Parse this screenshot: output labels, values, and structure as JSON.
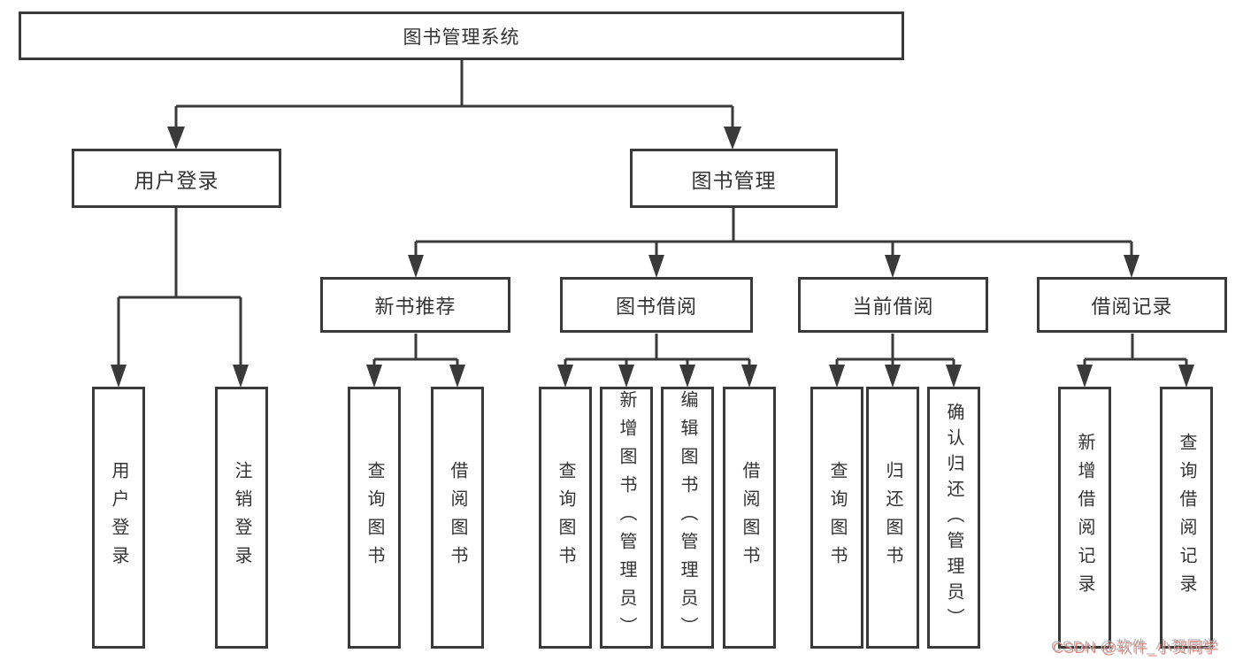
{
  "diagram": {
    "root": {
      "label": "图书管理系统"
    },
    "level2": [
      {
        "label": "用户登录",
        "children": [
          {
            "label": "用户登录"
          },
          {
            "label": "注销登录"
          }
        ]
      },
      {
        "label": "图书管理",
        "children": [
          {
            "label": "新书推荐",
            "children": [
              {
                "label": "查询图书"
              },
              {
                "label": "借阅图书"
              }
            ]
          },
          {
            "label": "图书借阅",
            "children": [
              {
                "label": "查询图书"
              },
              {
                "label": "新增图书（管理员）"
              },
              {
                "label": "编辑图书（管理员）"
              },
              {
                "label": "借阅图书"
              }
            ]
          },
          {
            "label": "当前借阅",
            "children": [
              {
                "label": "查询图书"
              },
              {
                "label": "归还图书"
              },
              {
                "label": "确认归还（管理员）"
              }
            ]
          },
          {
            "label": "借阅记录",
            "children": [
              {
                "label": "新增借阅记录"
              },
              {
                "label": "查询借阅记录"
              }
            ]
          }
        ]
      }
    ]
  },
  "watermark": {
    "text": "CSDN @软件_小贺同学"
  },
  "colors": {
    "line": "#3a3a3a",
    "text": "#333333",
    "background": "#ffffff",
    "watermark_gray": "#b7b7b7",
    "watermark_red": "#e06056"
  }
}
